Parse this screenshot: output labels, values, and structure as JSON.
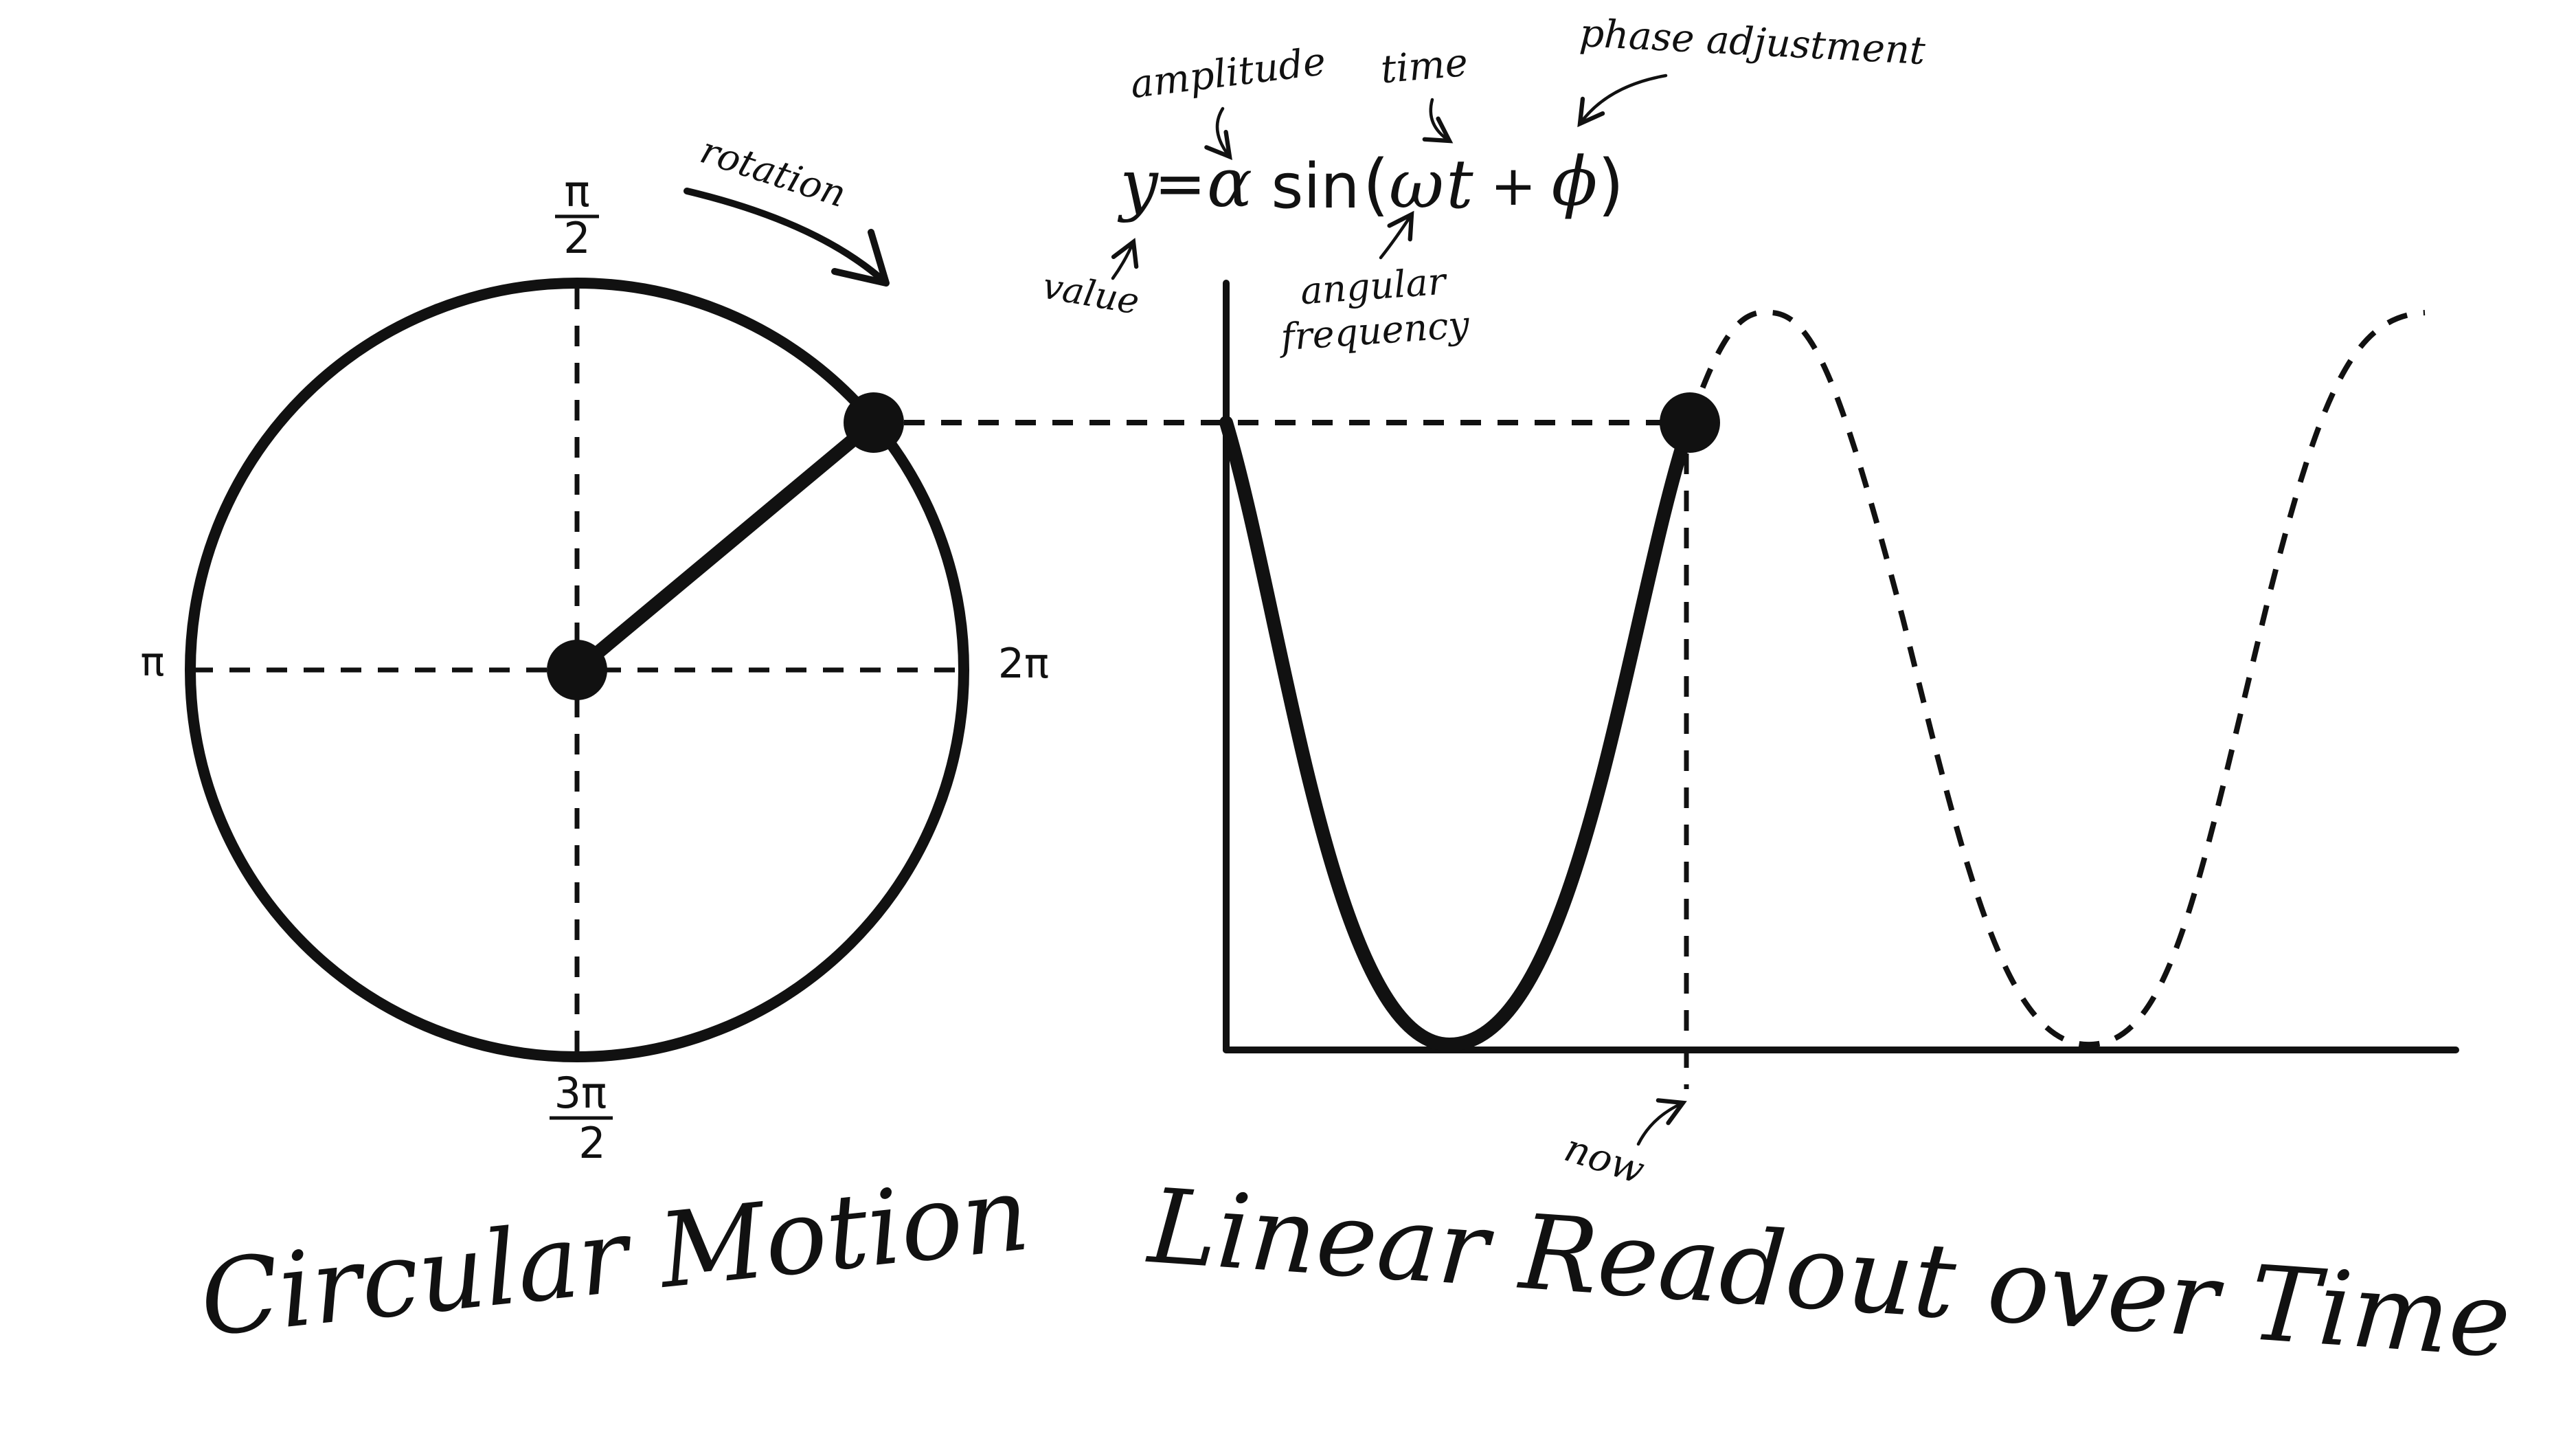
{
  "circle_panel": {
    "title": "Circular Motion",
    "label_top_num": "π",
    "label_top_den": "2",
    "label_left": "π",
    "label_right": "2π",
    "label_bottom_num": "3π",
    "label_bottom_den": "2",
    "rotation_label": "rotation"
  },
  "equation": {
    "y": "y",
    "eq": "=",
    "alpha": "α",
    "sin": "sin",
    "lparen": "(",
    "omega": "ω",
    "t": "t",
    "plus": "+",
    "phi": "ϕ",
    "rparen": ")"
  },
  "annotations": {
    "amplitude": "amplitude",
    "time": "time",
    "phase": "phase adjustment",
    "value": "value",
    "angular_1": "angular",
    "angular_2": "frequency",
    "now": "now"
  },
  "wave_panel": {
    "title": "Linear Readout over Time"
  }
}
